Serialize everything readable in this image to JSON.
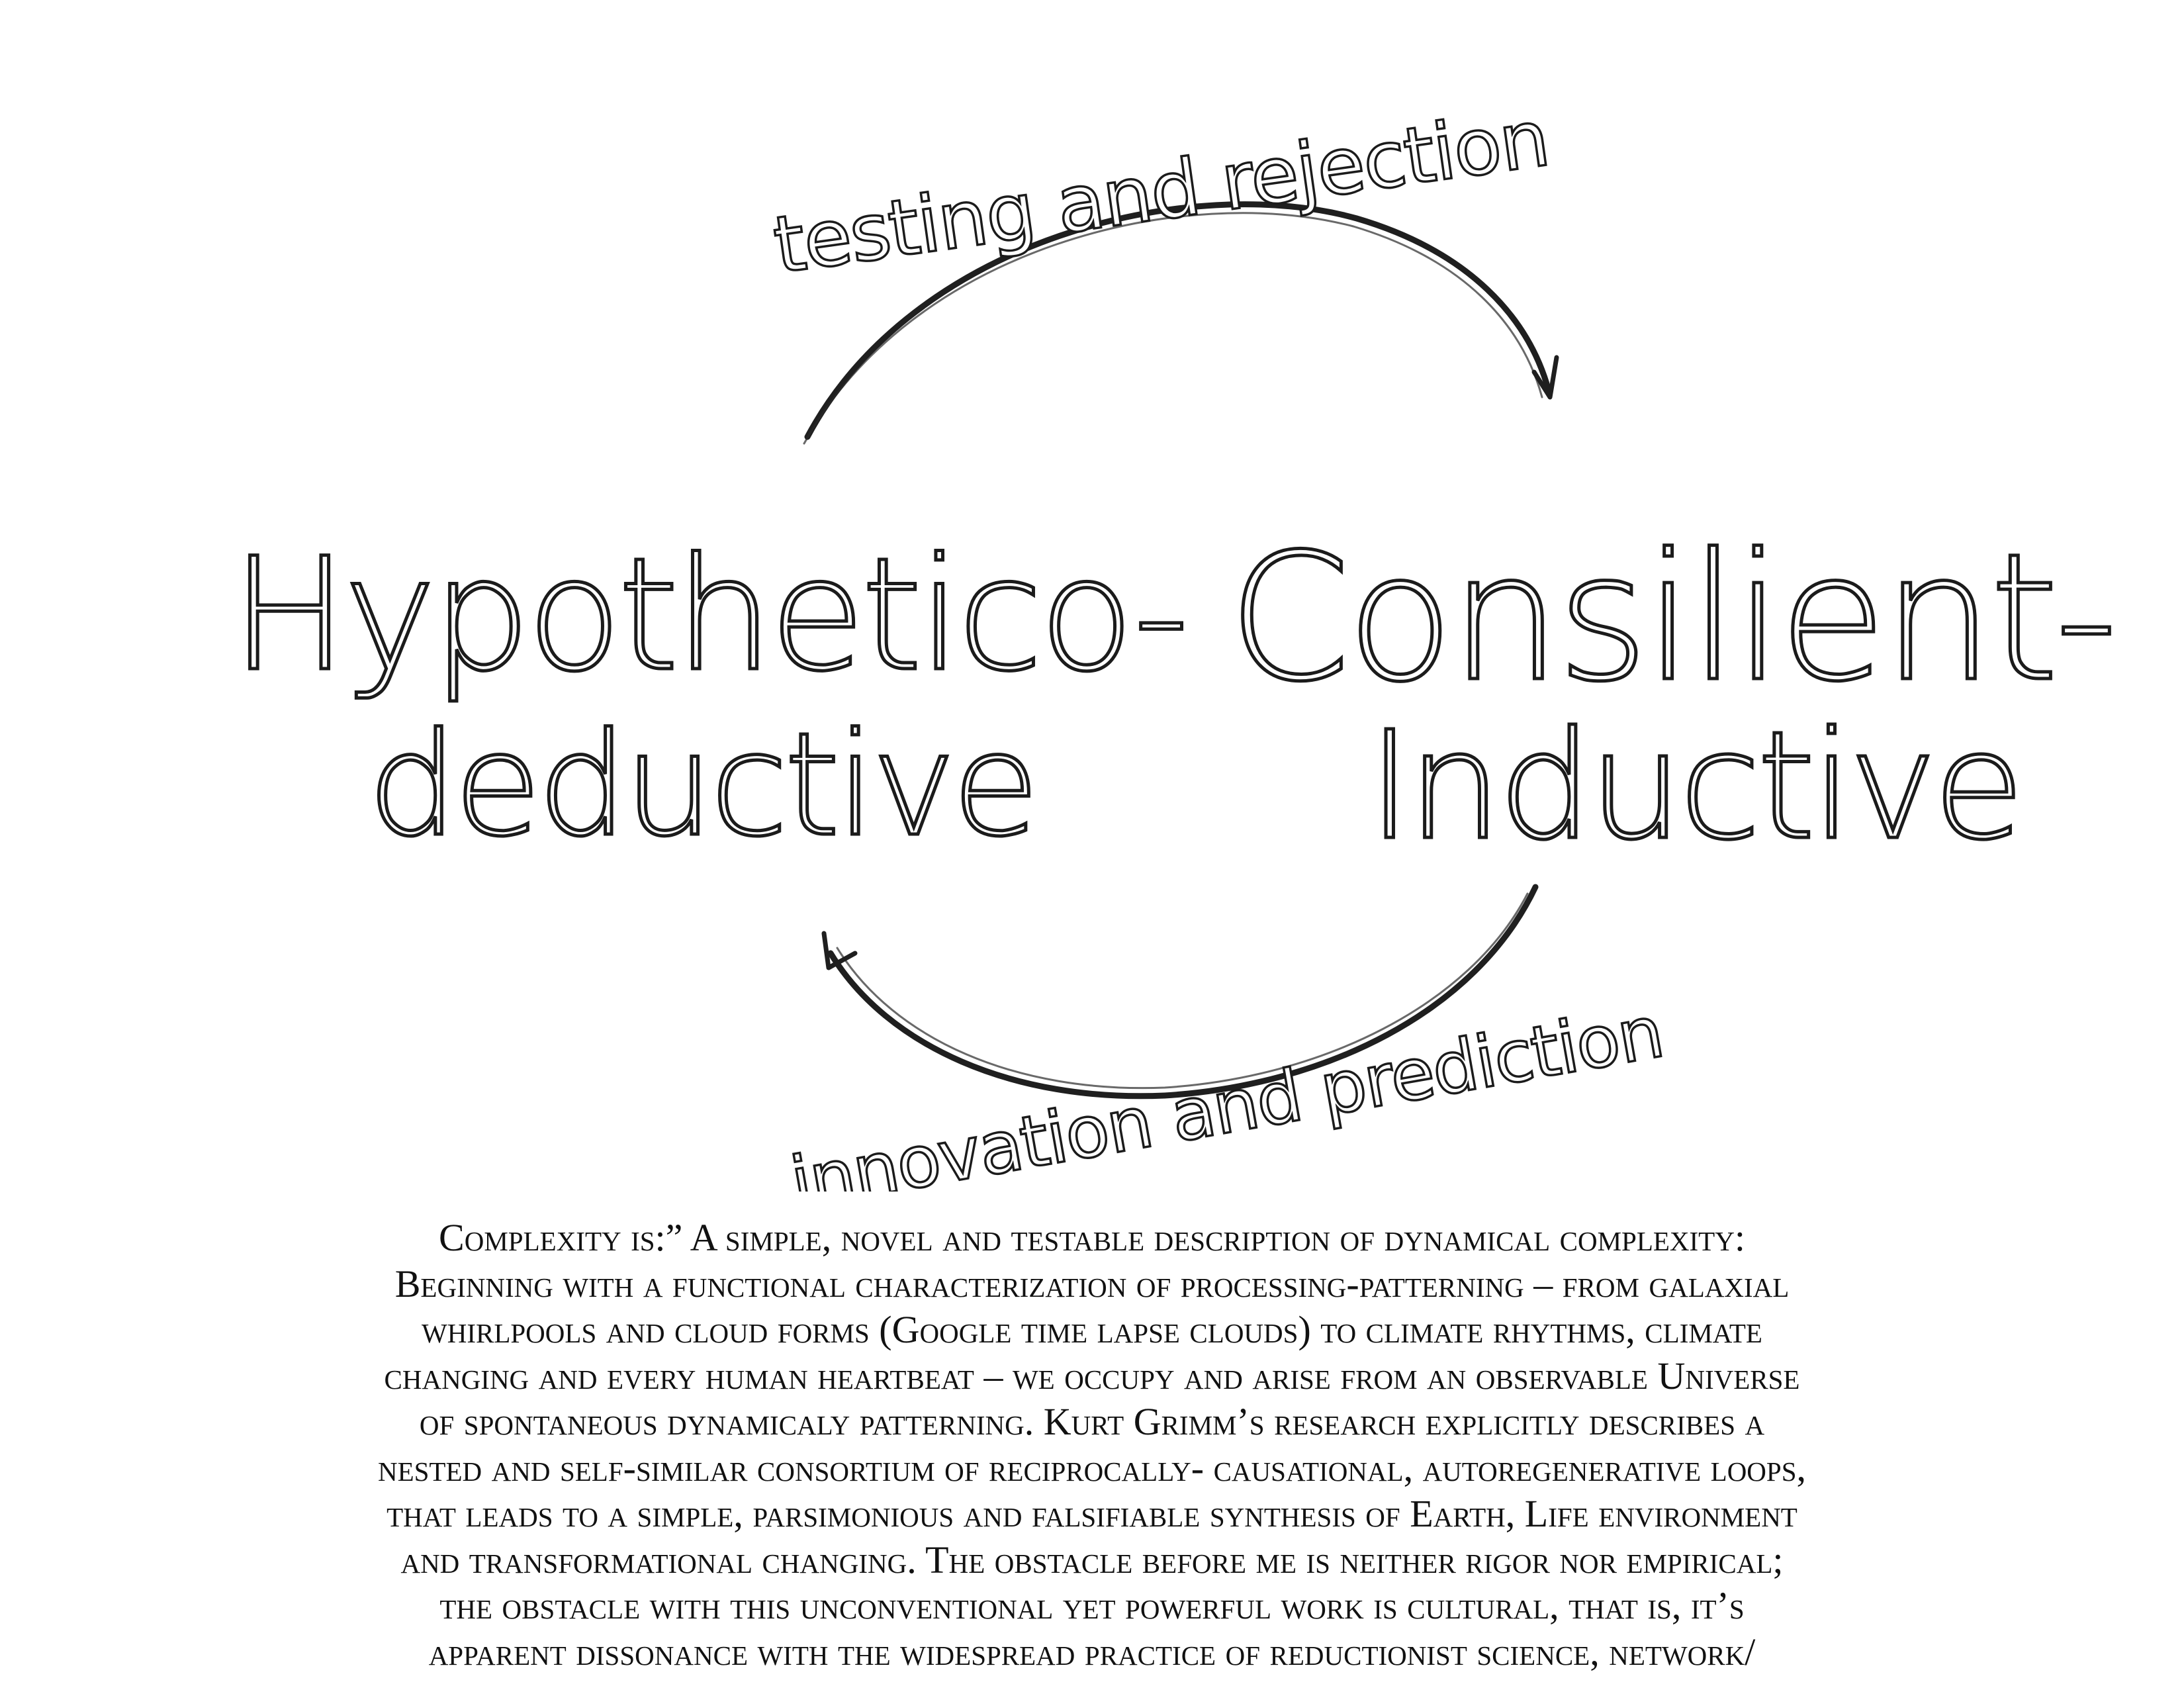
{
  "diagram": {
    "left_node": {
      "line1": "Hypothetico-",
      "line2": "deductive"
    },
    "right_node": {
      "line1": "Consilient-",
      "line2": "Inductive"
    },
    "top_arrow_label": "testing and rejection",
    "bottom_arrow_label": "innovation and prediction"
  },
  "caption": {
    "lines": [
      "Complexity is:” A simple, novel and testable description of dynamical complexity:",
      "Beginning with a functional characterization of processing-patterning – from galaxial",
      "whirlpools and cloud forms  (Google time lapse clouds) to climate rhythms, climate",
      "changing and every human heartbeat –  we occupy and arise from an observable Universe",
      "of spontaneous dynamicaly patterning.  Kurt Grimm’s research explicitly describes a",
      "nested and self-similar consortium of reciprocally- causational, autoregenerative loops,",
      "that leads to a simple, parsimonious and falsifiable  synthesis of Earth, Life environment",
      "and transformational changing. The obstacle  before me is neither rigor nor empirical;",
      "the obstacle with this unconventional yet powerful work is cultural, that is, it’s",
      "apparent dissonance with the widespread practice of reductionist science, network/"
    ]
  }
}
